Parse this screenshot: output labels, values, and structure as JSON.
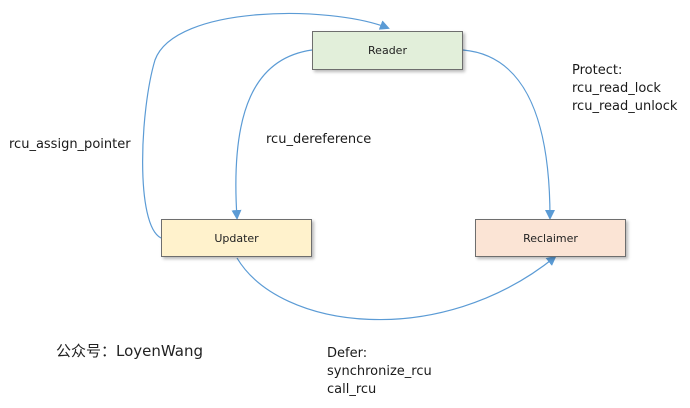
{
  "nodes": {
    "reader": {
      "label": "Reader",
      "fill": "#e2efda",
      "border": "#6e6e6e"
    },
    "updater": {
      "label": "Updater",
      "fill": "#fff2cc",
      "border": "#6e6e6e"
    },
    "reclaimer": {
      "label": "Reclaimer",
      "fill": "#fbe4d5",
      "border": "#6e6e6e"
    }
  },
  "edges": {
    "assign": {
      "label": "rcu_assign_pointer"
    },
    "dereference": {
      "label": "rcu_dereference"
    },
    "protect": {
      "heading": "Protect:",
      "lines": [
        "rcu_read_lock",
        "rcu_read_unlock"
      ]
    },
    "defer": {
      "heading": "Defer:",
      "lines": [
        "synchronize_rcu",
        "call_rcu"
      ]
    }
  },
  "arrow_color": "#5b9bd5",
  "watermark": "公众号：LoyenWang"
}
